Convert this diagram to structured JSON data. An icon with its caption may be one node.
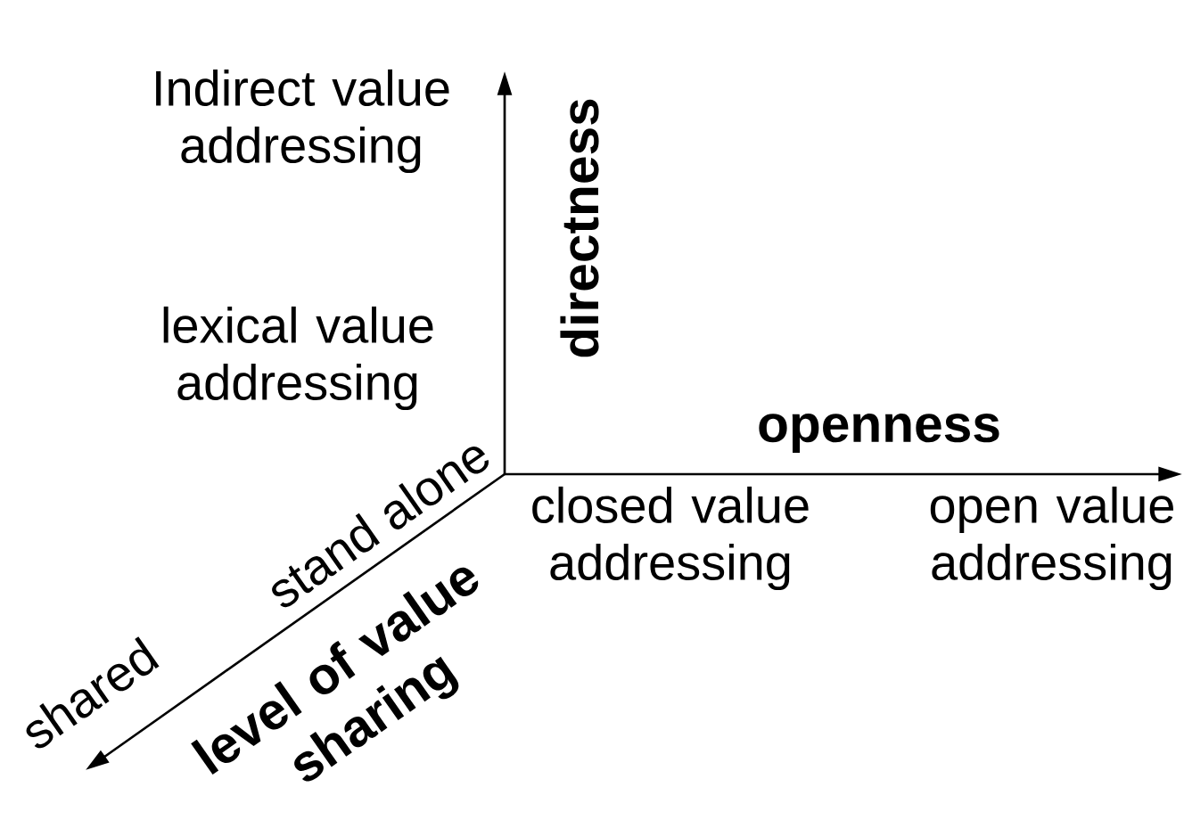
{
  "diagram": {
    "labels": [
      "Indirect value addressing",
      "lexical value addressing",
      "directness",
      "openness",
      "closed value addressing",
      "open value addressing",
      "stand alone",
      "shared",
      "level of value sharing"
    ]
  }
}
